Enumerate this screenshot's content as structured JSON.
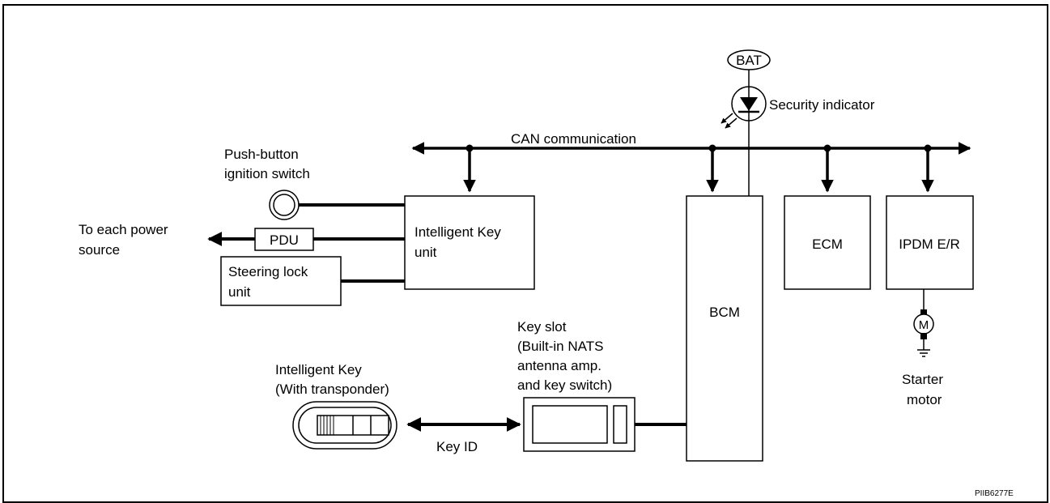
{
  "labels": {
    "can": "CAN communication",
    "bat": "BAT",
    "security_indicator": "Security indicator",
    "push_button_1": "Push-button",
    "push_button_2": "ignition switch",
    "power_1": "To each power",
    "power_2": "source",
    "pdu": "PDU",
    "steering_1": "Steering lock",
    "steering_2": "unit",
    "ikey_unit_1": "Intelligent Key",
    "ikey_unit_2": "unit",
    "bcm": "BCM",
    "ecm": "ECM",
    "ipdm": "IPDM E/R",
    "starter_1": "Starter",
    "starter_2": "motor",
    "motor_symbol": "M",
    "key_slot_1": "Key slot",
    "key_slot_2": "(Built-in NATS",
    "key_slot_3": "antenna amp.",
    "key_slot_4": "and key switch)",
    "ikey_1": "Intelligent Key",
    "ikey_2": "(With transponder)",
    "key_id": "Key ID",
    "figure_code": "PIIB6277E"
  }
}
